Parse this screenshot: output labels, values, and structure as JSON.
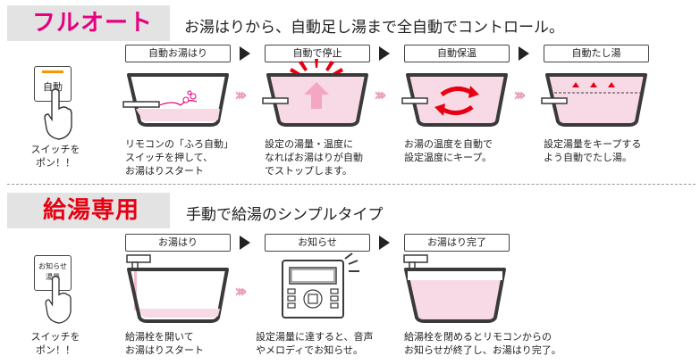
{
  "full_auto": {
    "title": "フルオート",
    "subtitle": "お湯はりから、自動足し湯まで全自動でコントロール。",
    "switch_label": "自動",
    "switch_caption_1": "スイッチを",
    "switch_caption_2": "ポン！！",
    "steps": [
      {
        "label": "自動お湯はり",
        "desc": [
          "リモコンの「ふろ自動」",
          "スイッチを押して、",
          "お湯はりスタート"
        ]
      },
      {
        "label": "自動で停止",
        "desc": [
          "設定の湯量・温度に",
          "なればお湯はりが自動",
          "でストップします。"
        ]
      },
      {
        "label": "自動保温",
        "desc": [
          "お湯の温度を自動で",
          "設定温度にキープ。"
        ]
      },
      {
        "label": "自動たし湯",
        "desc": [
          "設定湯量をキープする",
          "よう自動でたし湯。"
        ]
      }
    ]
  },
  "kyuto": {
    "title": "給湯専用",
    "subtitle": "手動で給湯のシンプルタイプ",
    "switch_label_1": "お知らせ",
    "switch_label_2": "湯量",
    "switch_caption_1": "スイッチを",
    "switch_caption_2": "ポン！！",
    "steps": [
      {
        "label": "お湯はり",
        "desc": [
          "給湯栓を開いて",
          "お湯はりスタート"
        ]
      },
      {
        "label": "お知らせ",
        "desc": [
          "設定湯量に達すると、音声",
          "やメロディでお知らせ。"
        ]
      },
      {
        "label": "お湯はり完了",
        "desc": [
          "給湯栓を閉めるとリモコンからの",
          "お知らせが終了し、お湯はり完了。"
        ]
      }
    ]
  },
  "colors": {
    "pink": "#e4007f",
    "red": "#e60012",
    "water": "#f8d9e6",
    "tub": "#3a3a3a"
  }
}
